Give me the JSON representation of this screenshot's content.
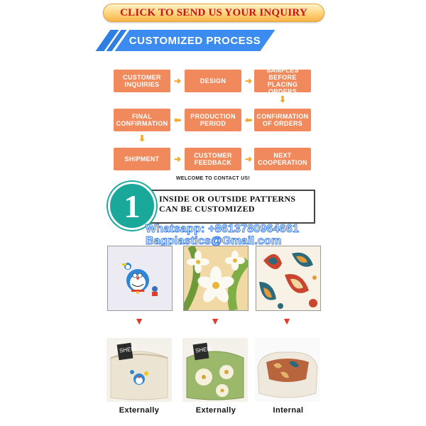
{
  "inquiry": {
    "label": "CLICK TO SEND US YOUR INQUIRY"
  },
  "process": {
    "title": "CUSTOMIZED PROCESS",
    "steps": [
      "CUSTOMER INQUIRIES",
      "DESIGN",
      "SAMPLES BEFORE PLACING ORDERS",
      "FINAL CONFIRMATION",
      "PRODUCTION PERIOD",
      "CONFIRMATION OF ORDERS",
      "SHIPMENT",
      "CUSTOMER FEEDBACK",
      "NEXT COOPERATION"
    ],
    "welcome": "WELCOME TO CONTACT US!"
  },
  "patterns": {
    "number": "1",
    "heading": "INSIDE OR OUTSIDE PATTERNS CAN BE CUSTOMIZED"
  },
  "contact": {
    "whatsapp": "Whatsapp: +8613780964661",
    "email": "Bagplastics@Gmail.com"
  },
  "examples": {
    "captions": [
      "Externally",
      "Externally",
      "Internal"
    ],
    "bag_tag": "SHEIN"
  },
  "colors": {
    "step_fill": "#f08a5d",
    "banner_blue": "#3b8bf0",
    "badge_teal": "#1aa89a",
    "arrow_orange": "#f5a623",
    "arrow_red": "#e23b2b"
  }
}
